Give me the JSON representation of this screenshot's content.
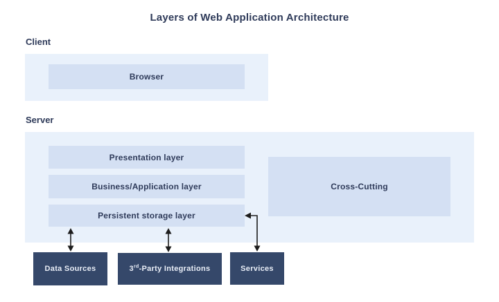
{
  "title": "Layers of Web Application Architecture",
  "client": {
    "label": "Client",
    "browser_label": "Browser"
  },
  "server": {
    "label": "Server",
    "layers": [
      {
        "label": "Presentation layer"
      },
      {
        "label": "Business/Application layer"
      },
      {
        "label": "Persistent storage layer"
      }
    ],
    "cross_cutting_label": "Cross-Cutting"
  },
  "external": {
    "data_sources_label": "Data Sources",
    "integrations": {
      "prefix": "3",
      "superscript": "rd",
      "rest": "-Party Integrations"
    },
    "services_label": "Services"
  },
  "colors": {
    "container_fill": "#e9f1fb",
    "box_fill": "#d4e0f3",
    "dark_box_fill": "#35486a",
    "text_dark": "#2e3a59",
    "text_light": "#e9eef7",
    "arrow": "#1c1c1c"
  }
}
